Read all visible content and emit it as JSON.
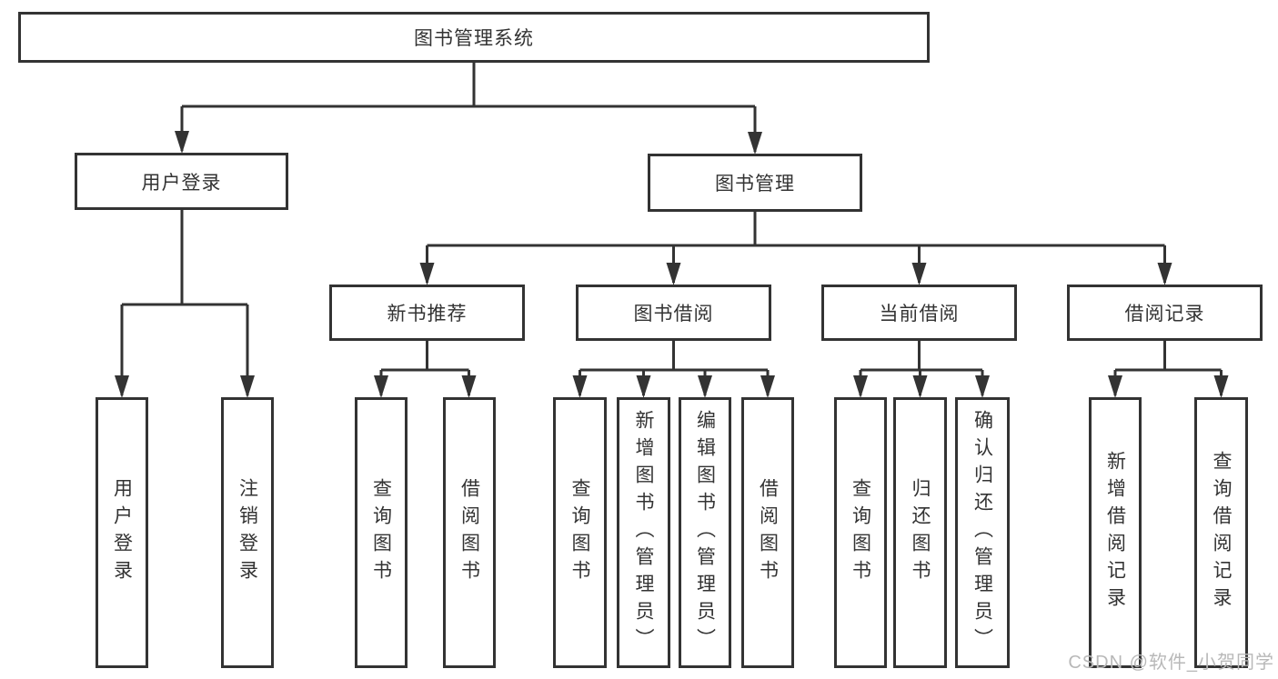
{
  "diagram": {
    "type": "hierarchy-tree",
    "tree": {
      "root": {
        "label": "图书管理系统",
        "children": [
          {
            "label": "用户登录",
            "children": [
              {
                "label": "用户登录"
              },
              {
                "label": "注销登录"
              }
            ]
          },
          {
            "label": "图书管理",
            "children": [
              {
                "label": "新书推荐",
                "children": [
                  {
                    "label": "查询图书"
                  },
                  {
                    "label": "借阅图书"
                  }
                ]
              },
              {
                "label": "图书借阅",
                "children": [
                  {
                    "label": "查询图书"
                  },
                  {
                    "label": "新增图书（管理员）"
                  },
                  {
                    "label": "编辑图书（管理员）"
                  },
                  {
                    "label": "借阅图书"
                  }
                ]
              },
              {
                "label": "当前借阅",
                "children": [
                  {
                    "label": "查询图书"
                  },
                  {
                    "label": "归还图书"
                  },
                  {
                    "label": "确认归还（管理员）"
                  }
                ]
              },
              {
                "label": "借阅记录",
                "children": [
                  {
                    "label": "新增借阅记录"
                  },
                  {
                    "label": "查询借阅记录"
                  }
                ]
              }
            ]
          }
        ]
      }
    },
    "colors": {
      "line": "#333333",
      "box_border": "#333333",
      "text": "#333333",
      "background": "#ffffff",
      "watermark": "#b8b8b8"
    }
  },
  "watermark": {
    "text": "CSDN @软件_小贺同学"
  }
}
